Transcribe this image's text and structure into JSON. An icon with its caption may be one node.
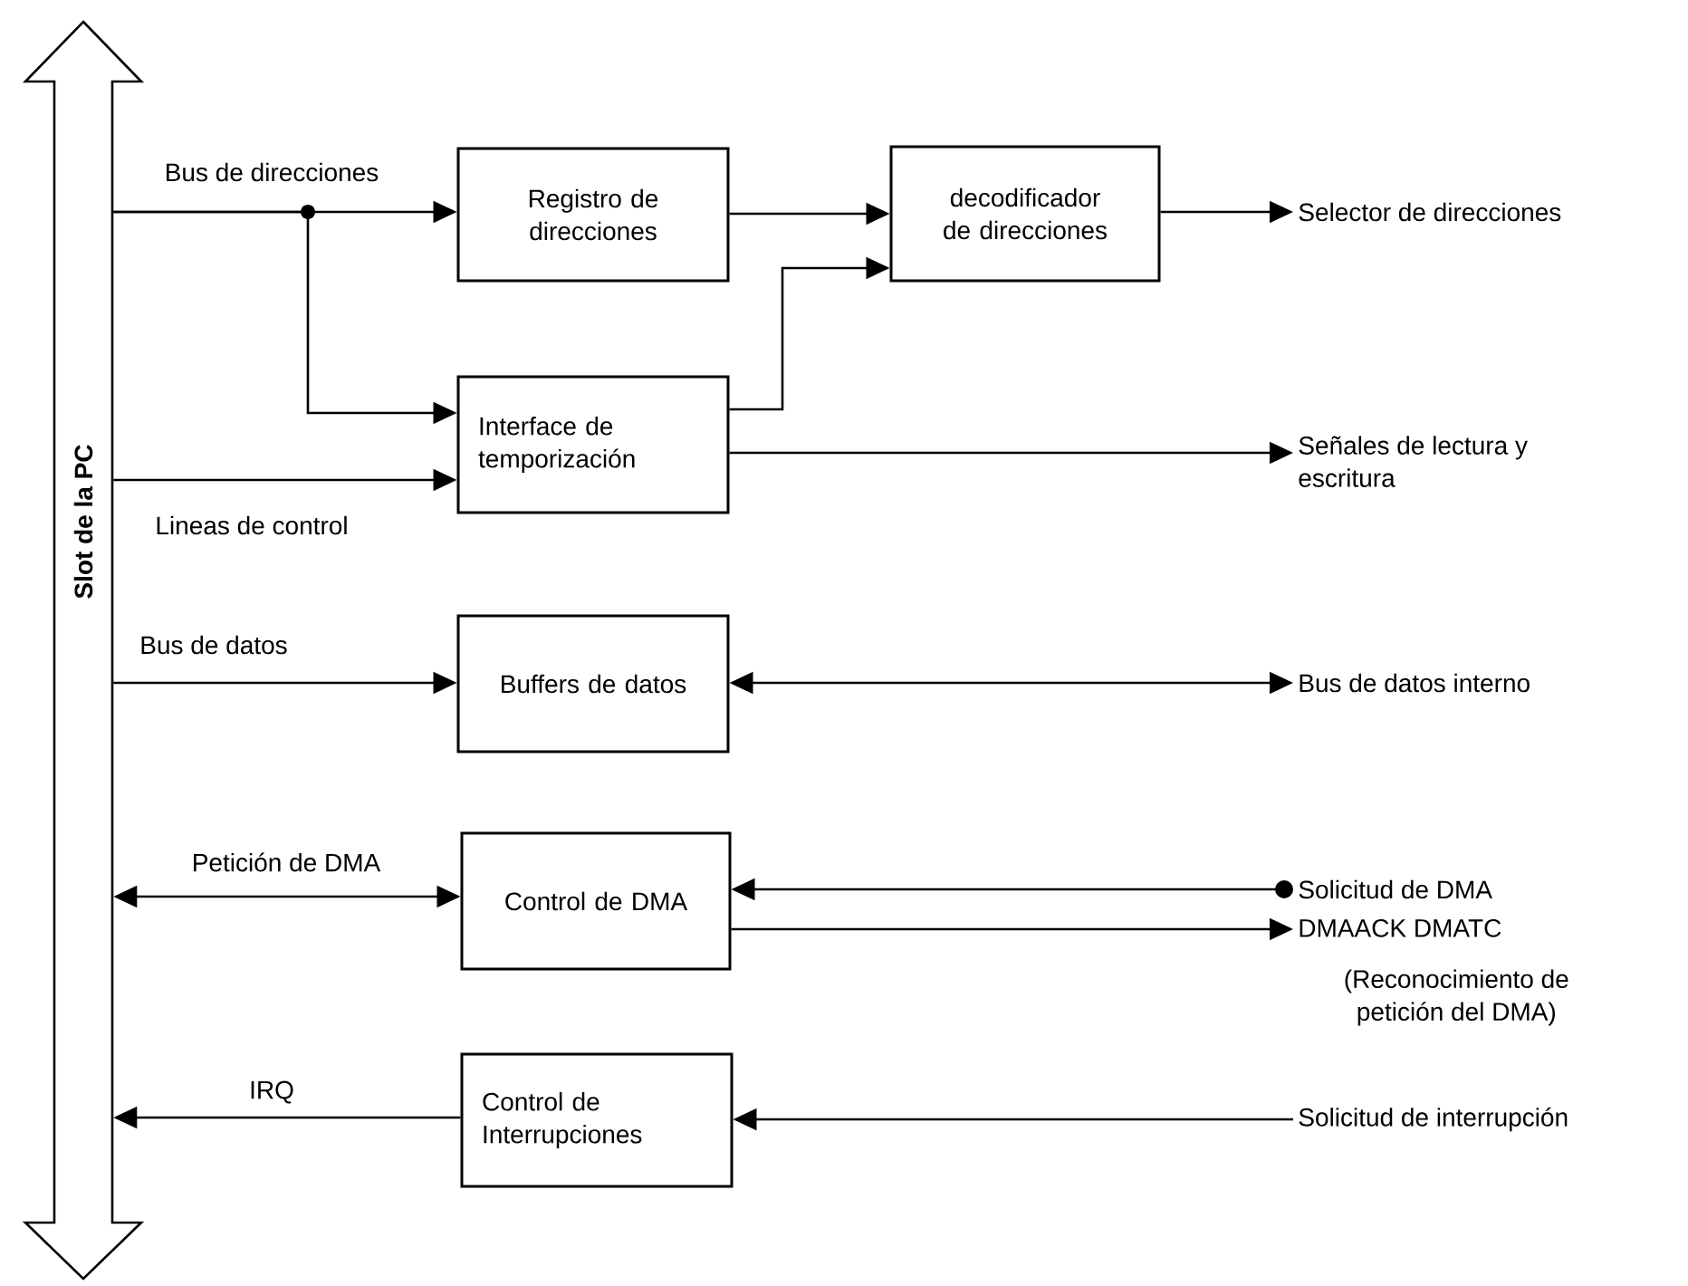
{
  "diagram": {
    "nodes": [
      {
        "text": [
          "Slot de la PC"
        ]
      },
      {
        "text": [
          "Registro de direcciones"
        ]
      },
      {
        "text": [
          "decodificador de direcciones"
        ]
      },
      {
        "text": [
          "Interface de temporización"
        ]
      },
      {
        "text": [
          "Buffers de datos"
        ]
      },
      {
        "text": [
          "Control de DMA"
        ]
      },
      {
        "text": [
          "Control de Interrupciones"
        ]
      },
      {
        "text": [
          "Selector de direcciones"
        ]
      },
      {
        "text": [
          "Señales de lectura y escritura"
        ]
      },
      {
        "text": [
          "Bus de datos interno"
        ]
      },
      {
        "text": [
          "Solicitud de DMA"
        ]
      },
      {
        "text": [
          "DMAACK DMATC",
          "(Reconocimiento de petición del DMA)"
        ]
      },
      {
        "text": [
          "Solicitud de interrupción"
        ]
      }
    ],
    "edges": [
      {
        "from": 0,
        "to": 1,
        "arrow": "to",
        "label": "Bus de direcciones"
      },
      {
        "from": 0,
        "to": 3,
        "arrow": "to"
      },
      {
        "from": 0,
        "to": 3,
        "arrow": "to",
        "label": "Lineas de control"
      },
      {
        "from": 1,
        "to": 2,
        "arrow": "to"
      },
      {
        "from": 3,
        "to": 2,
        "arrow": "to"
      },
      {
        "from": 2,
        "to": 7,
        "arrow": "to"
      },
      {
        "from": 3,
        "to": 8,
        "arrow": "to"
      },
      {
        "from": 0,
        "to": 4,
        "arrow": "to",
        "label": "Bus de datos"
      },
      {
        "from": 4,
        "to": 9,
        "arrow": "both"
      },
      {
        "from": 0,
        "to": 5,
        "arrow": "both",
        "label": "Petición de DMA"
      },
      {
        "from": 10,
        "to": 5,
        "arrow": "to"
      },
      {
        "from": 5,
        "to": 11,
        "arrow": "to"
      },
      {
        "from": 6,
        "to": 0,
        "arrow": "to",
        "label": "IRQ"
      },
      {
        "from": 12,
        "to": 6,
        "arrow": "to"
      }
    ]
  }
}
